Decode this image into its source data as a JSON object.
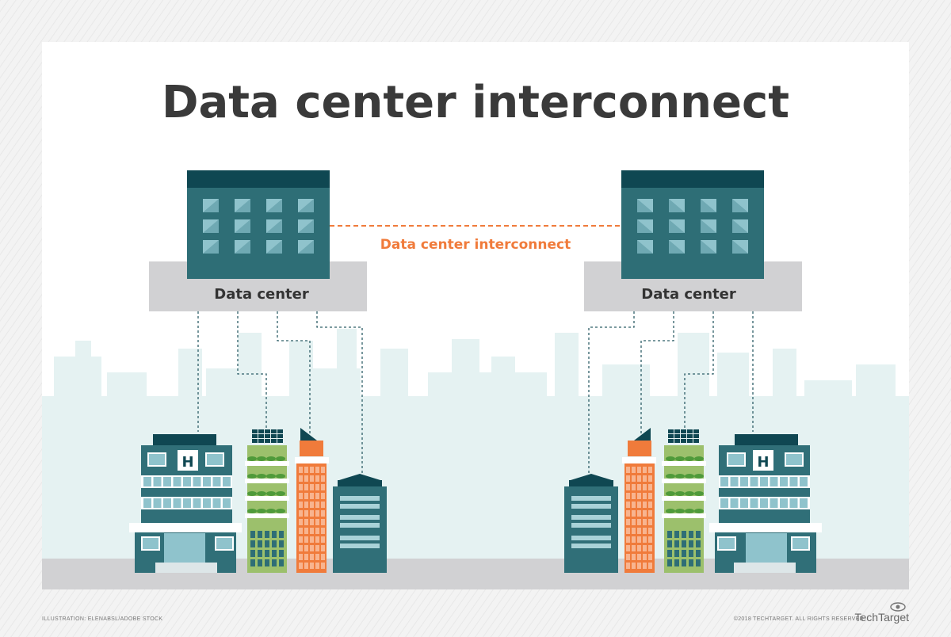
{
  "title": "Data center interconnect",
  "left_datacenter": {
    "label": "Data center"
  },
  "right_datacenter": {
    "label": "Data center"
  },
  "link": {
    "label": "Data center interconnect"
  },
  "footer": {
    "credit": "ILLUSTRATION: ELENABSL/ADOBE STOCK",
    "copyright": "©2018 TECHTARGET. ALL RIGHTS RESERVED",
    "logo": "TechTarget"
  },
  "colors": {
    "datacenter_dark": "#0f4752",
    "datacenter_body": "#2e6e76",
    "link_orange": "#f07b3b",
    "platform_gray": "#d1d1d3",
    "skyline": "#e5f2f2",
    "green": "#9cc06c"
  }
}
